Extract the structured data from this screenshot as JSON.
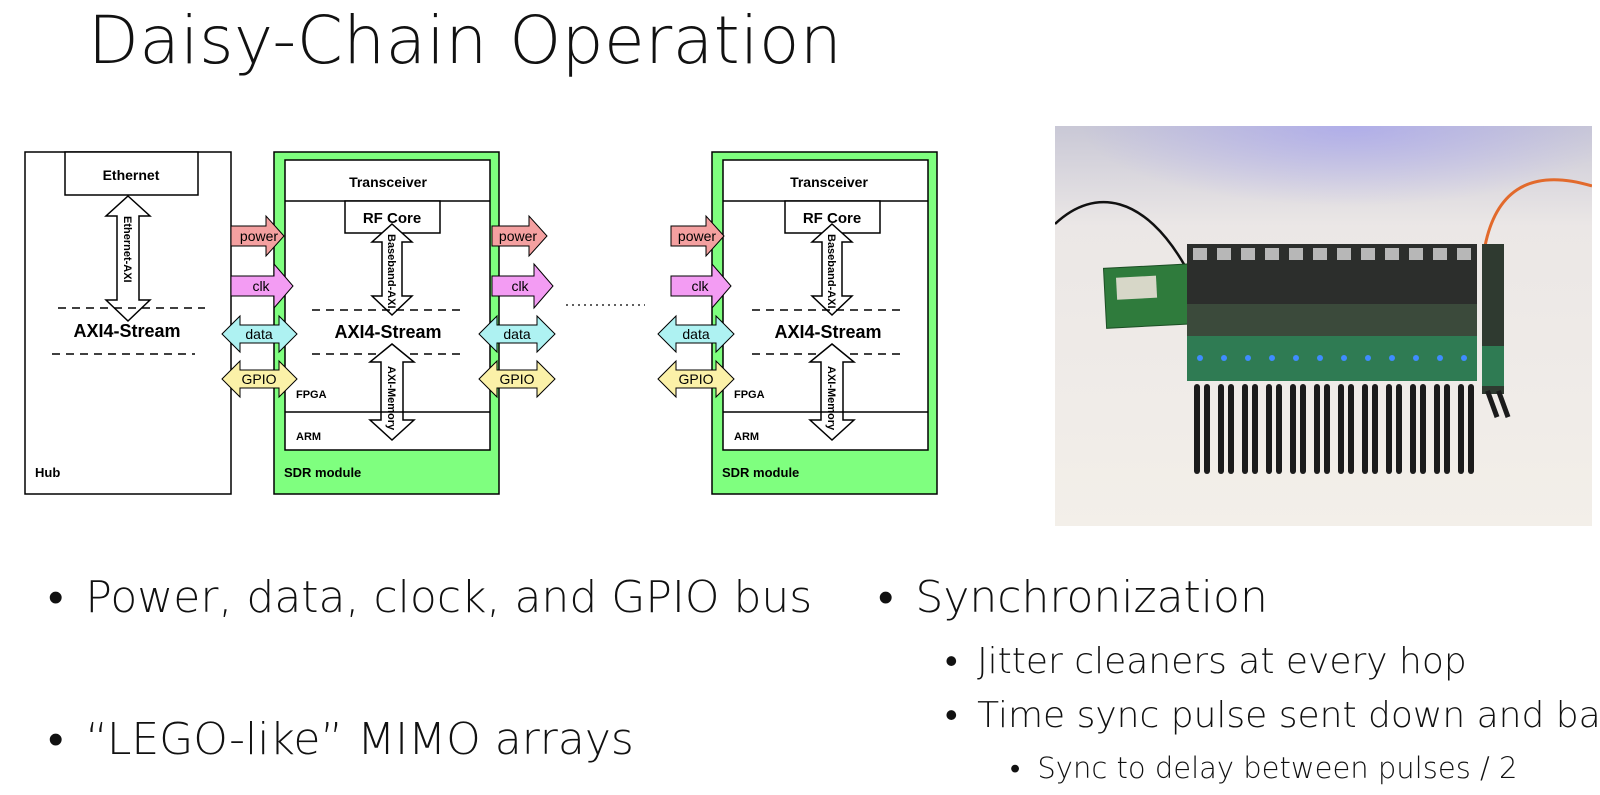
{
  "slide": {
    "title": "Daisy-Chain Operation"
  },
  "diagram": {
    "hub": {
      "ethernet": "Ethernet",
      "link": "Ethernet-AXI",
      "stream": "AXI4-Stream",
      "label": "Hub"
    },
    "module": {
      "transceiver": "Transceiver",
      "rf_core": "RF Core",
      "baseband": "Baseband-AXI",
      "stream": "AXI4-Stream",
      "fpga": "FPGA",
      "memory": "AXI-Memory",
      "arm": "ARM",
      "label": "SDR module"
    },
    "bus": {
      "power": "power",
      "clk": "clk",
      "data": "data",
      "gpio": "GPIO"
    },
    "colors": {
      "module_green": "#7fff7f",
      "power": "#f4a0a0",
      "clk": "#f39cf3",
      "data": "#aef2f2",
      "gpio": "#fbf1a8"
    }
  },
  "bullets_left": [
    "Power, data, clock, and GPIO bus",
    "“LEGO-like” MIMO arrays"
  ],
  "bullets_right": {
    "main": "Synchronization",
    "sub": [
      "Jitter cleaners at every hop",
      "Time sync pulse sent down and back"
    ],
    "subsub": "Sync to delay between pulses / 2"
  }
}
